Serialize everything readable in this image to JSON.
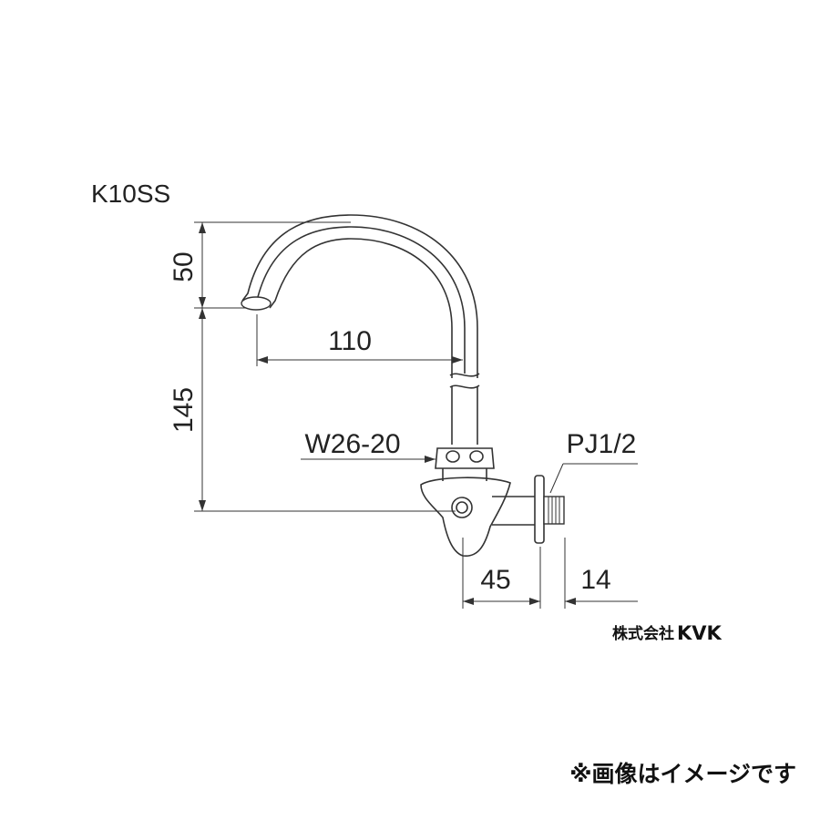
{
  "drawing": {
    "model": "K10SS",
    "dimensions": {
      "spout_height": "50",
      "spout_reach": "110",
      "total_height": "145",
      "body_depth": "45",
      "thread_length": "14"
    },
    "callouts": {
      "nut": "W26-20",
      "connection": "PJ1/2"
    },
    "brand": {
      "company_prefix": "株式会社",
      "logo_text": "KVK"
    },
    "note": "※画像はイメージです"
  }
}
